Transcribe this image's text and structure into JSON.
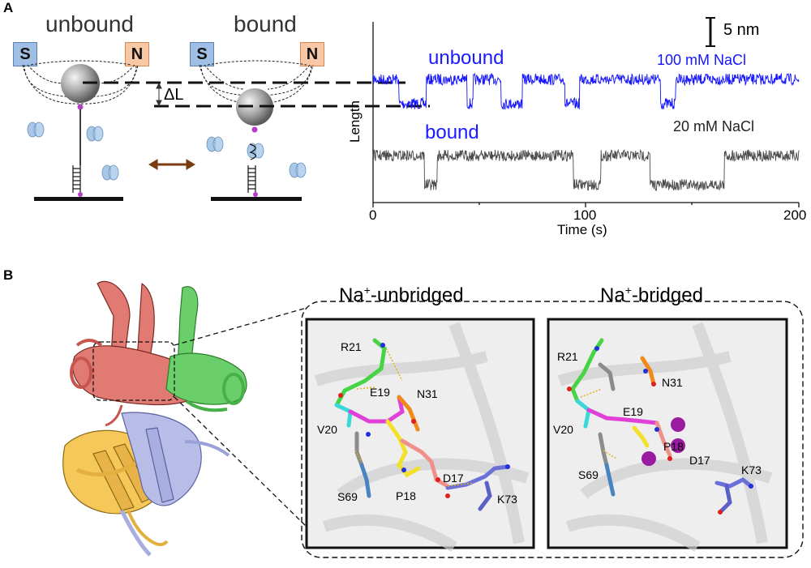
{
  "panel_a": {
    "label": "A",
    "schematic": {
      "unbound_title": "unbound",
      "bound_title": "bound",
      "s_label": "S",
      "n_label": "N",
      "delta_label": "ΔL"
    },
    "trace": {
      "unbound_label": "unbound",
      "bound_label": "bound",
      "scale_bar_label": "5 nm",
      "salt_high": "100 mM NaCl",
      "salt_low": "20 mM NaCl",
      "ylabel": "Length",
      "xlabel": "Time (s)",
      "xticks": [
        "0",
        "100",
        "200"
      ]
    },
    "colors": {
      "trace_high": "#1414ff",
      "trace_low": "#4a4a4a"
    }
  },
  "panel_b": {
    "label": "B",
    "left_title": "Na+-unbridged",
    "right_title": "Na+-bridged",
    "left_residues": [
      "R21",
      "E19",
      "N31",
      "V20",
      "S69",
      "P18",
      "D17",
      "K73"
    ],
    "right_residues": [
      "R21",
      "N31",
      "E19",
      "V20",
      "P18",
      "S69",
      "D17",
      "K73"
    ]
  },
  "chart_data": {
    "type": "line",
    "title": "",
    "xlabel": "Time (s)",
    "ylabel": "Length",
    "xlim": [
      0,
      200
    ],
    "xticks": [
      0,
      100,
      200
    ],
    "grid": false,
    "series": [
      {
        "name": "100 mM NaCl",
        "state_intervals": [
          {
            "x0": 0,
            "x1": 12,
            "state": "unbound"
          },
          {
            "x0": 12,
            "x1": 25,
            "state": "bound"
          },
          {
            "x0": 25,
            "x1": 44,
            "state": "unbound"
          },
          {
            "x0": 44,
            "x1": 47,
            "state": "bound"
          },
          {
            "x0": 47,
            "x1": 60,
            "state": "unbound"
          },
          {
            "x0": 60,
            "x1": 70,
            "state": "bound"
          },
          {
            "x0": 70,
            "x1": 90,
            "state": "unbound"
          },
          {
            "x0": 90,
            "x1": 97,
            "state": "bound"
          },
          {
            "x0": 97,
            "x1": 135,
            "state": "unbound"
          },
          {
            "x0": 135,
            "x1": 142,
            "state": "bound"
          },
          {
            "x0": 142,
            "x1": 200,
            "state": "unbound"
          }
        ]
      },
      {
        "name": "20 mM NaCl",
        "state_intervals": [
          {
            "x0": 0,
            "x1": 24,
            "state": "unbound"
          },
          {
            "x0": 24,
            "x1": 30,
            "state": "bound"
          },
          {
            "x0": 30,
            "x1": 94,
            "state": "unbound"
          },
          {
            "x0": 94,
            "x1": 107,
            "state": "bound"
          },
          {
            "x0": 107,
            "x1": 125,
            "state": "unbound"
          },
          {
            "x0": 125,
            "x1": 130,
            "state": "unbound"
          },
          {
            "x0": 130,
            "x1": 165,
            "state": "bound"
          },
          {
            "x0": 165,
            "x1": 200,
            "state": "unbound"
          }
        ]
      }
    ],
    "scale_bar": {
      "value": 5,
      "unit": "nm"
    }
  }
}
